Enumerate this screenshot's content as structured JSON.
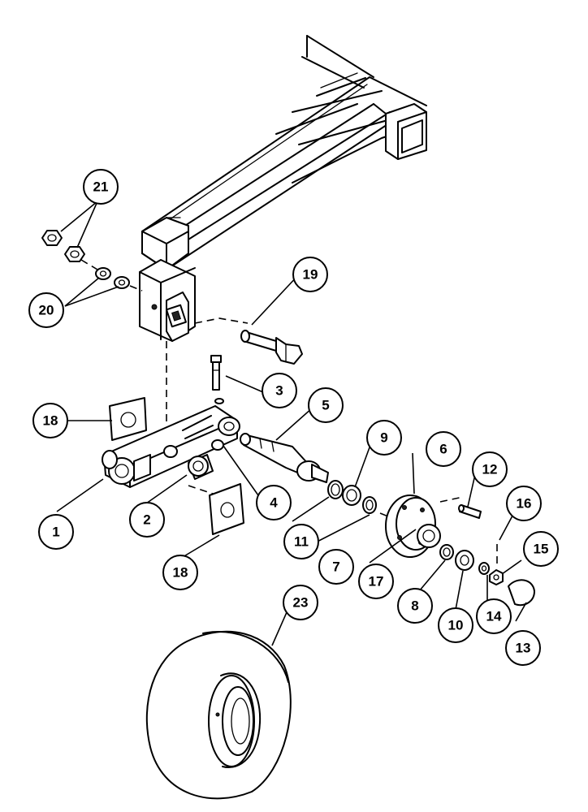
{
  "callouts": [
    {
      "id": "c1",
      "label": "1"
    },
    {
      "id": "c2",
      "label": "2"
    },
    {
      "id": "c3",
      "label": "3"
    },
    {
      "id": "c4",
      "label": "4"
    },
    {
      "id": "c5",
      "label": "5"
    },
    {
      "id": "c6",
      "label": "6"
    },
    {
      "id": "c7",
      "label": "7"
    },
    {
      "id": "c8",
      "label": "8"
    },
    {
      "id": "c9",
      "label": "9"
    },
    {
      "id": "c10",
      "label": "10"
    },
    {
      "id": "c11",
      "label": "11"
    },
    {
      "id": "c12",
      "label": "12"
    },
    {
      "id": "c13",
      "label": "13"
    },
    {
      "id": "c14",
      "label": "14"
    },
    {
      "id": "c15",
      "label": "15"
    },
    {
      "id": "c16",
      "label": "16"
    },
    {
      "id": "c17",
      "label": "17"
    },
    {
      "id": "c18a",
      "label": "18"
    },
    {
      "id": "c18b",
      "label": "18"
    },
    {
      "id": "c19",
      "label": "19"
    },
    {
      "id": "c20",
      "label": "20"
    },
    {
      "id": "c21",
      "label": "21"
    },
    {
      "id": "c23",
      "label": "23"
    }
  ]
}
